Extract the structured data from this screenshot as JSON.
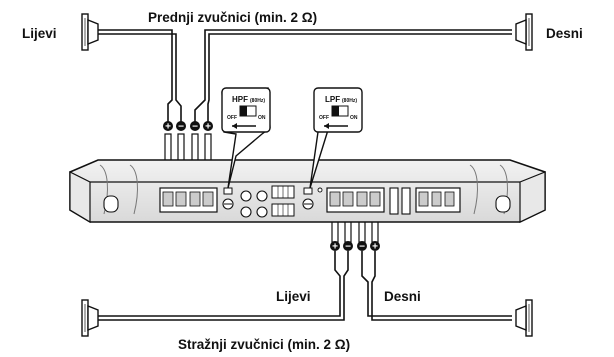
{
  "labels": {
    "front_title": "Prednji zvučnici (min. 2 Ω)",
    "rear_title": "Stražnji zvučnici (min. 2 Ω)",
    "front_left": "Lijevi",
    "front_right": "Desni",
    "rear_left": "Lijevi",
    "rear_right": "Desni"
  },
  "switches": {
    "hpf": {
      "name": "HPF",
      "freq": "(80Hz)",
      "off": "OFF",
      "on": "ON"
    },
    "lpf": {
      "name": "LPF",
      "freq": "(80Hz)",
      "off": "OFF",
      "on": "ON"
    }
  },
  "polarity": {
    "plus": "+",
    "minus": "−"
  }
}
